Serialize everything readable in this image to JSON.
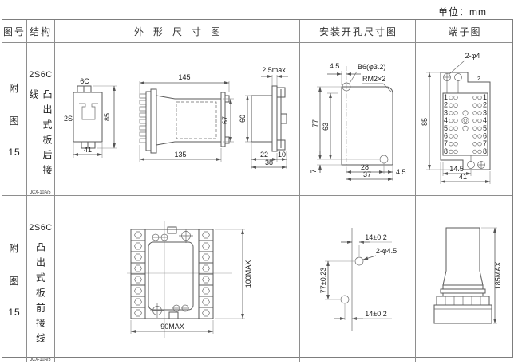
{
  "unit_label": "单位：mm",
  "headers": [
    "图号",
    "结构",
    "外形尺寸图",
    "安装开孔尺寸图",
    "端子图"
  ],
  "rows": [
    {
      "fig": [
        "附",
        "图",
        "15"
      ],
      "structure": {
        "model": "2S6C",
        "desc": "凸出式板后接线",
        "code": "JCX-10A/5"
      },
      "outline_bracket": {
        "top": "6C",
        "left": "2S",
        "right": "85",
        "bottom": "41"
      },
      "outline_side": {
        "top": "145",
        "bottom": "135",
        "right": "67"
      },
      "outline_profile": {
        "top": "2.5max",
        "left": "60",
        "bottom_inner": "22",
        "bottom_mid": "10",
        "bottom_outer": "38"
      },
      "install": {
        "top": "4.5",
        "hole_label": "B6(φ3.2)",
        "thread_label": "RM2×2",
        "height_outer": "77",
        "height_inner": "63",
        "bottom_offset": "7",
        "bottom_inner": "28",
        "bottom_outer": "37",
        "right_offset": "4.5"
      },
      "terminal": {
        "hole_label": "2-φ4",
        "pos_label": "2",
        "left": "85",
        "bottom_inner": "14.5",
        "bottom_outer": "41",
        "pins": [
          "1",
          "2",
          "3",
          "4",
          "5",
          "6",
          "7",
          "8"
        ]
      }
    },
    {
      "fig": [
        "附",
        "图",
        "15"
      ],
      "structure": {
        "model": "2S6C",
        "desc": "凸出式板前接线",
        "code": "JCX-10A/5"
      },
      "outline_front": {
        "bottom": "90MAX",
        "right": "100MAX"
      },
      "install": {
        "top": "14±0.2",
        "hole_label": "2-φ4.5",
        "left": "77±0.23",
        "bottom": "14±0.2"
      },
      "terminal": {
        "right": "185MAX"
      }
    }
  ]
}
